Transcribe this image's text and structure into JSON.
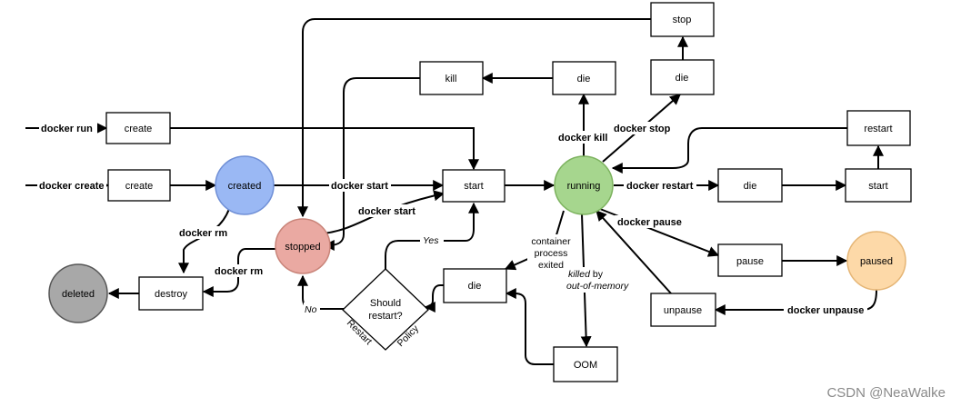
{
  "colors": {
    "created": "#9ab8f4",
    "running": "#a6d68e",
    "stopped": "#eaa9a2",
    "paused": "#fdd9a8",
    "deleted": "#a8a8a8",
    "created_stroke": "#6f8fd6",
    "running_stroke": "#7cb25e",
    "stopped_stroke": "#c98479",
    "paused_stroke": "#e5b575",
    "deleted_stroke": "#555555"
  },
  "states": {
    "created": "created",
    "running": "running",
    "stopped": "stopped",
    "paused": "paused",
    "deleted": "deleted"
  },
  "boxes": {
    "create_run": "create",
    "create_create": "create",
    "start_main": "start",
    "kill": "kill",
    "die_kill": "die",
    "die_stop": "die",
    "stop": "stop",
    "restart": "restart",
    "die_restart": "die",
    "start_restart": "start",
    "pause": "pause",
    "unpause": "unpause",
    "die_exit": "die",
    "oom": "OOM",
    "destroy": "destroy"
  },
  "decision": {
    "line1": "Should",
    "line2": "restart?",
    "restart": "Restart",
    "policy": "Policy"
  },
  "commands": {
    "docker_run": "docker run",
    "docker_create": "docker create",
    "docker_start_created": "docker start",
    "docker_start_stopped": "docker start",
    "docker_kill": "docker kill",
    "docker_stop": "docker stop",
    "docker_restart": "docker restart",
    "docker_pause": "docker pause",
    "docker_unpause": "docker unpause",
    "docker_rm_created": "docker rm",
    "docker_rm_stopped": "docker rm"
  },
  "annotations": {
    "yes": "Yes",
    "no": "No",
    "exit_line1": "container",
    "exit_line2": "process",
    "exit_line3": "exited",
    "oom_line1_a": "killed",
    "oom_line1_b": " by",
    "oom_line2": "out-of-memory"
  },
  "watermark": "CSDN @NeaWalke"
}
